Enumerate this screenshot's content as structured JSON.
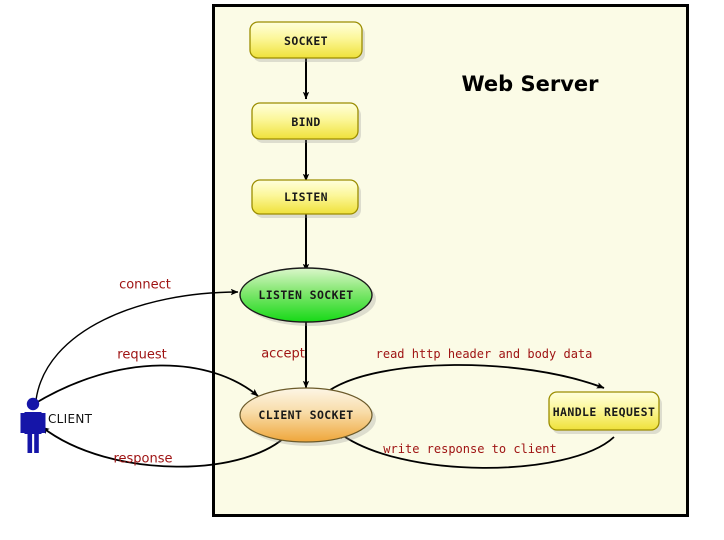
{
  "diagram": {
    "title": "Web Server",
    "frame": {
      "background_color": "#FBFBE6",
      "border_color": "#000000"
    },
    "colors": {
      "process_box_fill_top": "#FFFFC0",
      "process_box_fill_bottom": "#F2E43C",
      "listen_socket_fill_top": "#C8F0B4",
      "listen_socket_fill_bottom": "#22DD22",
      "client_socket_fill_top": "#FCF4E0",
      "client_socket_fill_bottom": "#F0A742",
      "edge_label_color": "#9E1212",
      "actor_color": "#1515A8",
      "arrow_color": "#000000"
    },
    "nodes": [
      {
        "id": "socket",
        "label": "SOCKET",
        "shape": "rounded-rect"
      },
      {
        "id": "bind",
        "label": "BIND",
        "shape": "rounded-rect"
      },
      {
        "id": "listen",
        "label": "LISTEN",
        "shape": "rounded-rect"
      },
      {
        "id": "listen-socket",
        "label": "LISTEN SOCKET",
        "shape": "ellipse"
      },
      {
        "id": "client-socket",
        "label": "CLIENT SOCKET",
        "shape": "ellipse"
      },
      {
        "id": "handle-request",
        "label": "HANDLE REQUEST",
        "shape": "rounded-rect"
      }
    ],
    "actor": {
      "id": "client",
      "label": "CLIENT"
    },
    "edges": [
      {
        "id": "socket-bind",
        "label": ""
      },
      {
        "id": "bind-listen",
        "label": ""
      },
      {
        "id": "listen-listensocket",
        "label": ""
      },
      {
        "id": "connect",
        "label": "connect"
      },
      {
        "id": "accept",
        "label": "accept"
      },
      {
        "id": "request",
        "label": "request"
      },
      {
        "id": "response",
        "label": "response"
      },
      {
        "id": "read-http",
        "label": "read http header and body data"
      },
      {
        "id": "write-response",
        "label": "write response to client"
      }
    ]
  }
}
